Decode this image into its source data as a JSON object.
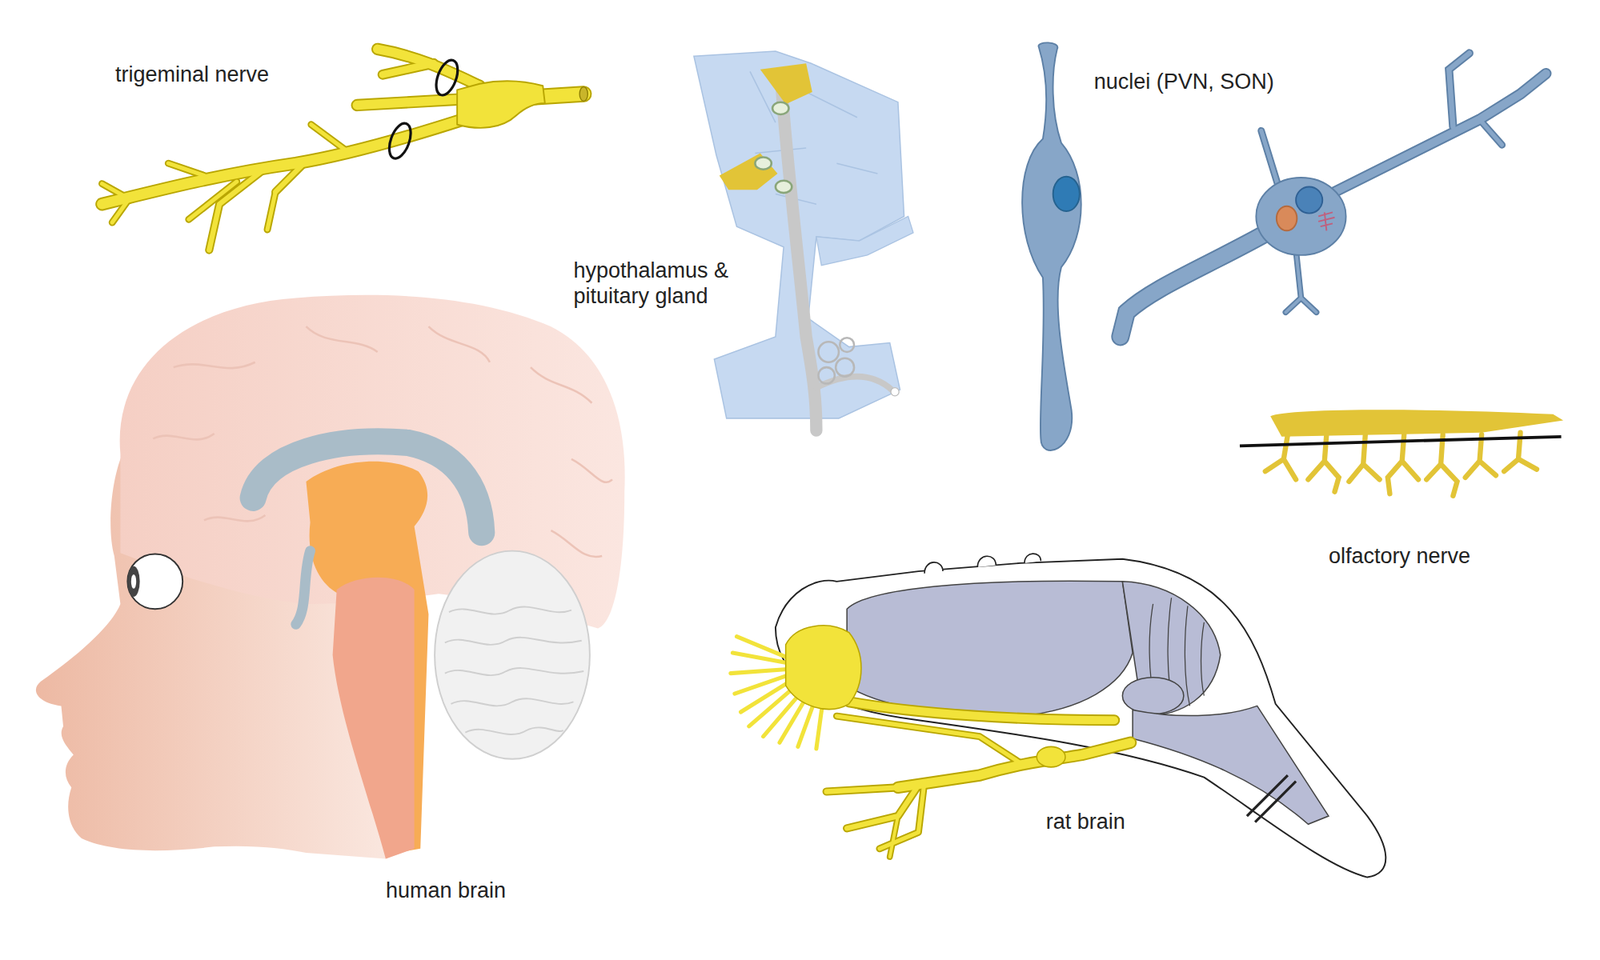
{
  "diagram": {
    "labels": [
      "trigeminal nerve",
      "hypothalamus & pituitary gland",
      "nuclei (PVN, SON)",
      "olfactory nerve",
      "human brain",
      "rat brain"
    ]
  }
}
